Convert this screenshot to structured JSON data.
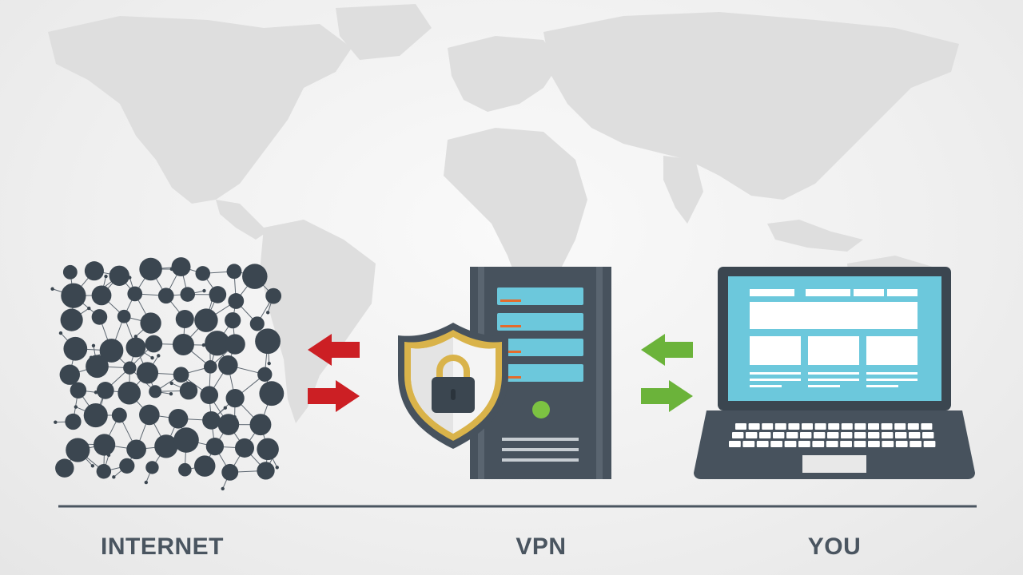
{
  "labels": {
    "internet": "INTERNET",
    "vpn": "VPN",
    "you": "YOU"
  },
  "icons": {
    "internet": "network-graph-icon",
    "vpn": "server-shield-lock-icon",
    "you": "laptop-icon",
    "left_arrows": "bidirectional-red-arrows-icon",
    "right_arrows": "bidirectional-green-arrows-icon"
  },
  "colors": {
    "node": "#3b4650",
    "server": "#47525d",
    "screen": "#6cc8dc",
    "accent_orange": "#e46b2b",
    "arrow_red": "#cc1f24",
    "arrow_green": "#6bb33a",
    "status_light": "#7cc242",
    "shield_gold": "#d9b34a",
    "map": "#dcdcdc",
    "text": "#4a5560"
  }
}
